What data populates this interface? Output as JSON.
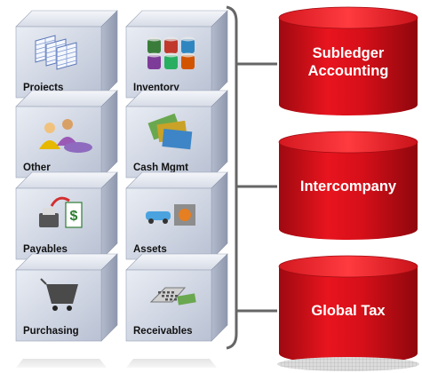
{
  "modules": [
    {
      "label": "Projects",
      "icon": "spreadsheet-icon"
    },
    {
      "label": "Inventory",
      "icon": "inventory-barrels-icon"
    },
    {
      "label": "Other",
      "icon": "people-icon"
    },
    {
      "label": "Cash Mgmt",
      "icon": "currency-icon"
    },
    {
      "label": "Payables",
      "icon": "invoice-payment-icon"
    },
    {
      "label": "Assets",
      "icon": "vehicle-machine-icon"
    },
    {
      "label": "Purchasing",
      "icon": "shopping-cart-icon"
    },
    {
      "label": "Receivables",
      "icon": "cash-register-icon"
    }
  ],
  "engines": [
    {
      "label_lines": [
        "Subledger",
        "Accounting"
      ]
    },
    {
      "label_lines": [
        "Intercompany"
      ]
    },
    {
      "label_lines": [
        "Global Tax"
      ]
    }
  ],
  "colors": {
    "cube_face": "#c9d0de",
    "cube_top": "#e3e7ef",
    "cube_side": "#a9b1c4",
    "cylinder_red": "#d8101c",
    "cylinder_top": "#f02a32",
    "label_white": "#ffffff",
    "bracket": "#666666"
  }
}
